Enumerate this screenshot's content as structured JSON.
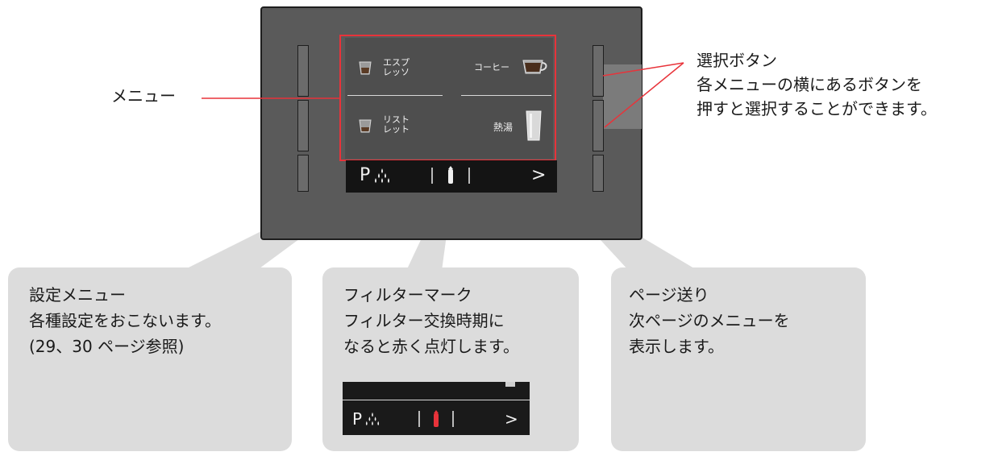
{
  "menu_label": "メニュー",
  "select_button": {
    "title": "選択ボタン",
    "desc_lines": [
      "各メニューの横にあるボタンを",
      "押すと選択することができます。"
    ]
  },
  "screen": {
    "items": [
      {
        "name_lines": [
          "エスプ",
          "レッソ"
        ],
        "icon": "espresso-glass-icon"
      },
      {
        "name": "コーヒー",
        "icon": "coffee-cup-icon"
      },
      {
        "name_lines": [
          "リスト",
          "レット"
        ],
        "icon": "ristretto-glass-icon"
      },
      {
        "name": "熱湯",
        "icon": "hot-water-glass-icon"
      }
    ],
    "bottom_bar": {
      "settings_symbol": "P",
      "settings_icon": "water-drops-icon",
      "filter_icon": "filter-mark-icon",
      "next_symbol": ">"
    }
  },
  "callouts": [
    {
      "title": "設定メニュー",
      "lines": [
        "各種設定をおこないます。",
        "(29、30 ページ参照)"
      ]
    },
    {
      "title": "フィルターマーク",
      "lines": [
        "フィルター交換時期に",
        "なると赤く点灯します。"
      ]
    },
    {
      "title": "ページ送り",
      "lines": [
        "次ページのメニューを",
        "表示します。"
      ]
    }
  ],
  "colors": {
    "highlight": "#e8333a",
    "panel": "#5a5a5a",
    "bar": "#141414",
    "callout_bg": "#dcdcdc"
  }
}
